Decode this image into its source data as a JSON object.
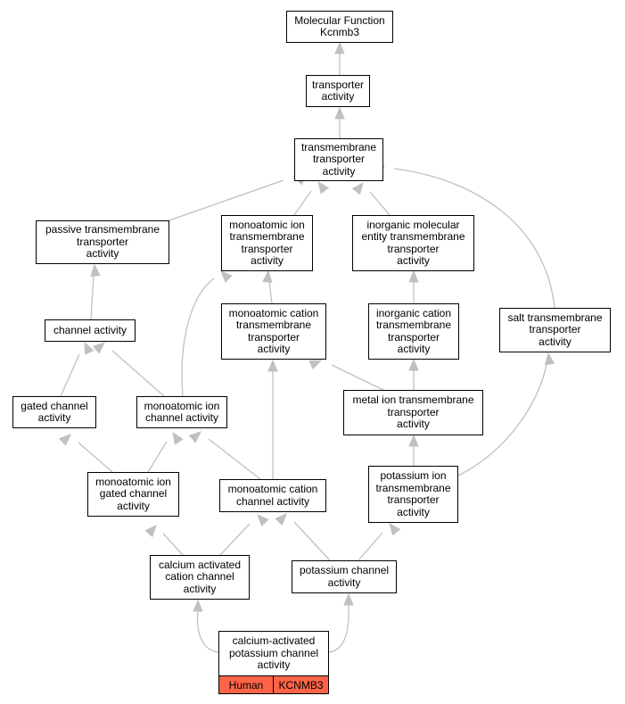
{
  "colors": {
    "edge": "#c0c0c0",
    "node_border": "#000000",
    "node_fill": "#ffffff",
    "species_fill": "#ff6347"
  },
  "nodes": {
    "mf_root": "Molecular Function\nKcnmb3",
    "transporter": "transporter\nactivity",
    "tm_transporter": "transmembrane\ntransporter\nactivity",
    "passive_tm": "passive transmembrane\ntransporter\nactivity",
    "monoatomic_ion_tm": "monoatomic ion\ntransmembrane\ntransporter\nactivity",
    "inorganic_mol_tm": "inorganic molecular\nentity transmembrane\ntransporter\nactivity",
    "channel_activity": "channel activity",
    "monoatomic_cation_tm": "monoatomic cation\ntransmembrane\ntransporter\nactivity",
    "inorganic_cation_tm": "inorganic cation\ntransmembrane\ntransporter\nactivity",
    "salt_tm": "salt transmembrane\ntransporter\nactivity",
    "gated_channel": "gated channel\nactivity",
    "monoatomic_ion_channel": "monoatomic ion\nchannel activity",
    "metal_ion_tm": "metal ion transmembrane\ntransporter\nactivity",
    "monoatomic_ion_gated": "monoatomic ion\ngated channel\nactivity",
    "monoatomic_cation_channel": "monoatomic cation\nchannel activity",
    "potassium_ion_tm": "potassium ion\ntransmembrane\ntransporter\nactivity",
    "calcium_activated_cation": "calcium activated\ncation channel\nactivity",
    "potassium_channel": "potassium channel\nactivity",
    "ca_activated_k_channel": "calcium-activated\npotassium channel\nactivity"
  },
  "annotation": {
    "species": "Human",
    "gene": "KCNMB3"
  }
}
